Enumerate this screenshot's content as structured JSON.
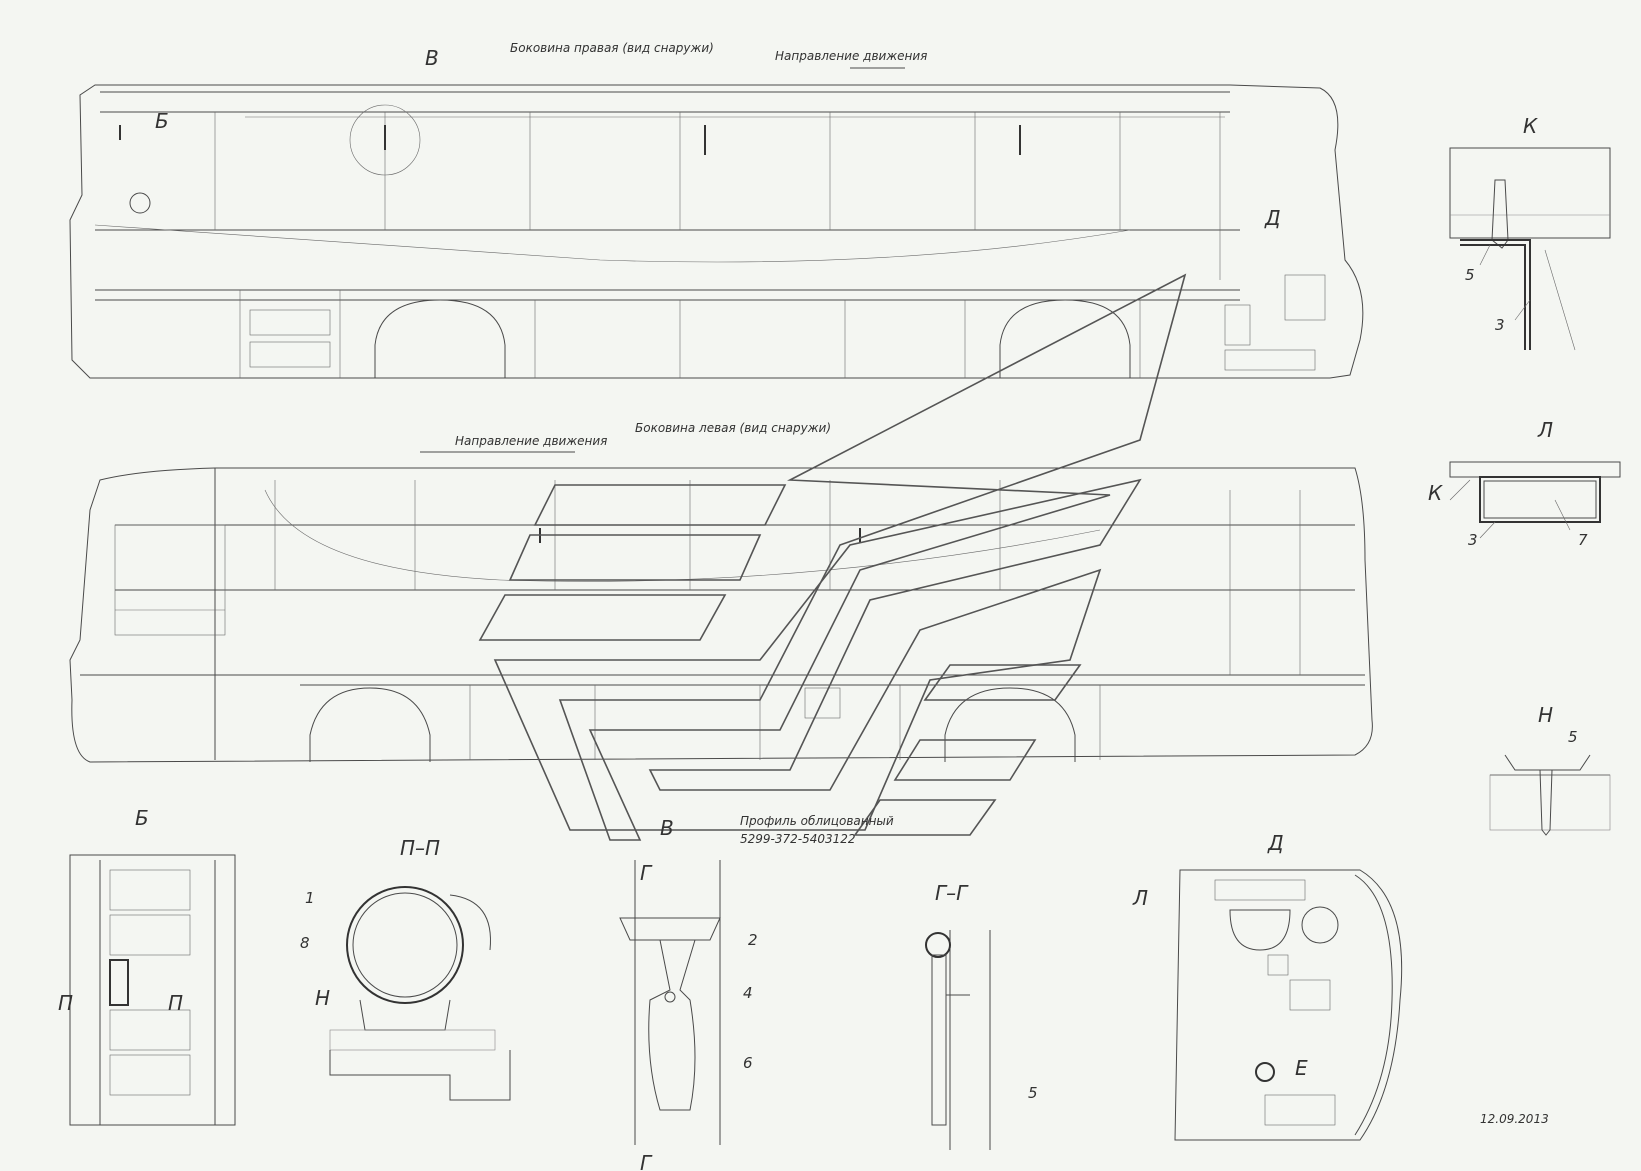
{
  "labels": {
    "right_side_title": "Боковина правая (вид снаружи)",
    "left_side_title": "Боковина левая (вид снаружи)",
    "direction_top": "Направление движения",
    "direction_bottom": "Направление движения",
    "profile_note_1": "Профиль облицованный",
    "profile_note_2": "5299-372-5403122",
    "date": "12.09.2013"
  },
  "view_marks": {
    "V_top": "В",
    "B_top": "Б",
    "D_top": "Д",
    "K": "К",
    "L": "Л",
    "N": "Н",
    "B": "Б",
    "PP": "П–П",
    "V": "В",
    "GG": "Г–Г",
    "D": "Д",
    "P_left": "П",
    "P_right": "П",
    "N_pp": "Н",
    "G_top": "Г",
    "G_bottom": "Г",
    "L_d": "Л",
    "E_d": "Е",
    "K_l": "К"
  },
  "callouts": {
    "k5": "5",
    "k3": "3",
    "l3": "3",
    "l7": "7",
    "n5": "5",
    "pp1": "1",
    "pp8": "8",
    "v2": "2",
    "v4": "4",
    "v6": "6",
    "gg5": "5"
  }
}
